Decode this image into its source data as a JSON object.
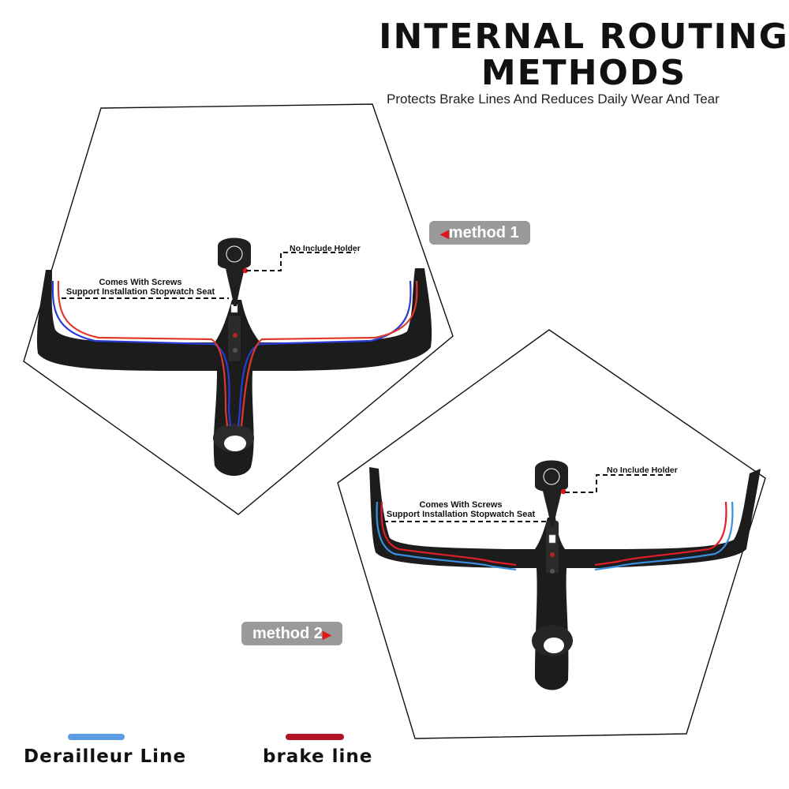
{
  "header": {
    "title_line1": "INTERNAL ROUTING",
    "title_line2": "METHODS",
    "subtitle": "Protects Brake Lines And Reduces Daily Wear And Tear"
  },
  "method1": {
    "badge_label": "method 1",
    "arrow_glyph": "◀",
    "holder_callout": "No Include Holder",
    "screws_line1": "Comes With Screws",
    "screws_line2": "Support Installation Stopwatch Seat"
  },
  "method2": {
    "badge_label": "method 2",
    "arrow_glyph": "▶",
    "holder_callout": "No Include Holder",
    "screws_line1": "Comes With Screws",
    "screws_line2": "Support Installation Stopwatch Seat"
  },
  "legend": {
    "derailleur_label": "Derailleur Line",
    "derailleur_color": "#5b9be0",
    "brake_label": "brake line",
    "brake_color": "#b01328"
  },
  "colors": {
    "carbon": "#1c1c1c",
    "method1_derailleur_line": "#2a3bd6",
    "method1_brake_line": "#e0392a",
    "method2_derailleur_line": "#3a8fe0",
    "method2_brake_line": "#e01e2a",
    "badge_bg": "#9a9a9a",
    "arrow_red": "#e4141b"
  }
}
